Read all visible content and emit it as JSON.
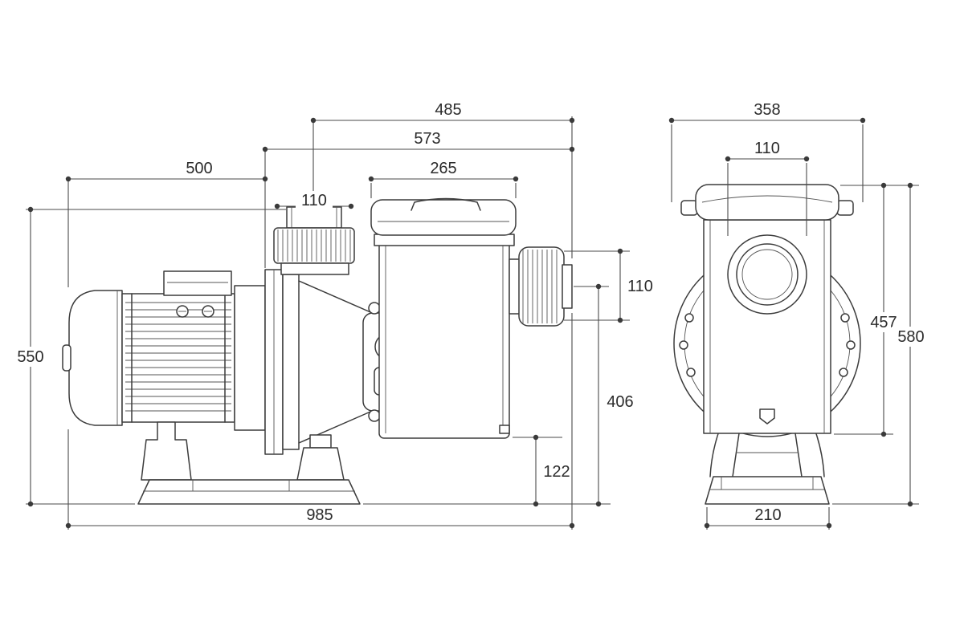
{
  "drawing": {
    "type": "technical-dimension-drawing",
    "subject": "pool pump side and front elevations with dimensions (mm)",
    "line_color": "#3c3c3c",
    "background": "#ffffff"
  },
  "side_view": {
    "label": "side-elevation",
    "dims": {
      "inlet_to_outlet_length": "485",
      "pump_assembly_length": "573",
      "motor_length": "500",
      "strainer_lid_width": "265",
      "inlet_port": "110",
      "outlet_port": "110",
      "outlet_centre_height": "406",
      "pot_base_clearance": "122",
      "overall_length": "985",
      "overall_height": "550"
    }
  },
  "front_view": {
    "label": "front-elevation",
    "dims": {
      "overall_width": "358",
      "sight_glass": "110",
      "lid_to_foot_height": "457",
      "overall_height": "580",
      "base_width": "210"
    }
  }
}
